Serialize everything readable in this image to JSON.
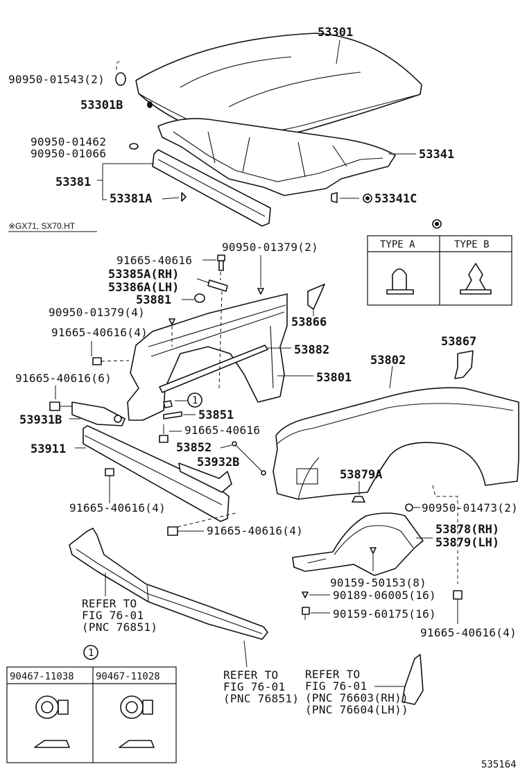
{
  "labels": {
    "hood": "53301",
    "clip_hood": "90950-01543(2)",
    "cushion": "53301B",
    "clip_a": "90950-01462",
    "clip_b": "90950-01066",
    "insulator": "53341",
    "seal": "53381",
    "seal_clip": "53381A",
    "insul_clip": "53341C",
    "model_note": "※GX71, SX70.HT",
    "bolt_top": "91665-40616",
    "clip_top": "90950-01379(2)",
    "hinge_rh": "53385A(RH)",
    "hinge_lh": "53386A(LH)",
    "p53881": "53881",
    "clip_4": "90950-01379(4)",
    "p53866": "53866",
    "bolt_4a": "91665-40616(4)",
    "p53882": "53882",
    "p53867": "53867",
    "p53802": "53802",
    "bolt_6": "91665-40616(6)",
    "p53801": "53801",
    "p53931b": "53931B",
    "p53851": "53851",
    "bolt_mid": "91665-40616",
    "p53911": "53911",
    "p53852": "53852",
    "p53932b": "53932B",
    "p53879a": "53879A",
    "bolt_4b": "91665-40616(4)",
    "clip_2b": "90950-01473(2)",
    "bolt_4c": "91665-40616(4)",
    "liner_rh": "53878(RH)",
    "liner_lh": "53879(LH)",
    "screw_8": "90159-50153(8)",
    "nut_16": "90189-06005(16)",
    "screw_16": "90159-60175(16)",
    "bolt_4d": "91665-40616(4)",
    "circle_1": "1",
    "refer_left_1": "REFER TO",
    "refer_left_2": "FIG 76-01",
    "refer_left_3": "(PNC 76851)",
    "refer_mid_1": "REFER TO",
    "refer_mid_2": "FIG 76-01",
    "refer_mid_3": "(PNC 76851)",
    "refer_right_1": "REFER TO",
    "refer_right_2": "FIG 76-01",
    "refer_right_3": "(PNC 76603(RH))",
    "refer_right_4": "(PNC 76604(LH))",
    "doc_number": "535164"
  },
  "type_table": {
    "type_a": "TYPE A",
    "type_b": "TYPE B"
  },
  "nut_table": {
    "circle": "1",
    "col1": "90467-11038",
    "col2": "90467-11028"
  }
}
